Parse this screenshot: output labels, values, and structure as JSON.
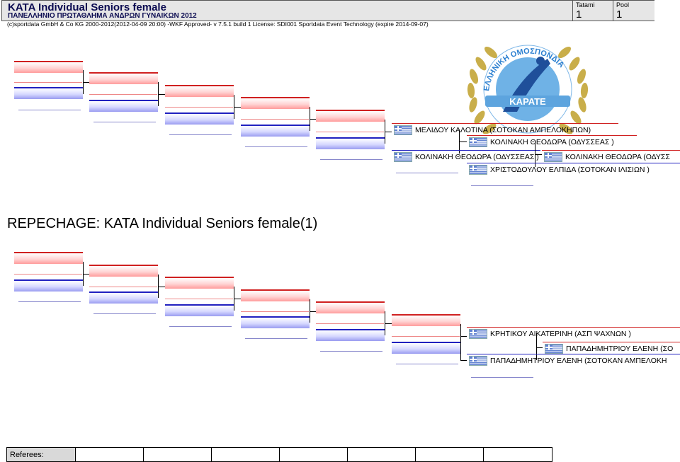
{
  "header": {
    "title": "KATA Individual Seniors female",
    "subtitle": "ΠΑΝΕΛΛΗΝΙΟ ΠΡΩΤΑΘΛΗΜΑ ΑΝΔΡΩΝ ΓΥΝΑΙΚΩΝ 2012",
    "tatami_label": "Tatami",
    "tatami_value": "1",
    "pool_label": "Pool",
    "pool_value": "1",
    "copyright": "(c)sportdata GmbH & Co KG 2000-2012(2012-04-09 20:00) -WKF Approved- v 7.5.1 build 1 License: SDI001 Sportdata Event Technology (expire 2014-09-07)"
  },
  "logo": {
    "text_top": "ΕΛΛΗΝΙΚΗ ΟΜΟΣΠΟΝΔΙΑ",
    "text_band": "ΚΑΡΑΤΕ"
  },
  "main_bracket": {
    "entries": [
      {
        "name": "ΜΕΛΙΔΟΥ ΚΑΛΟΤΙΝΑ (ΣΟΤΟΚΑΝ ΑΜΠΕΛΟΚΗΠΩΝ)"
      },
      {
        "name": "ΚΟΛΙΝΑΚΗ ΘΕΟΔΩΡΑ (ΟΔΥΣΣΕΑΣ )"
      },
      {
        "name": "ΚΟΛΙΝΑΚΗ ΘΕΟΔΩΡΑ (ΟΔΥΣΣΕΑΣ )"
      },
      {
        "name": "ΚΟΛΙΝΑΚΗ ΘΕΟΔΩΡΑ (ΟΔΥΣΣ"
      },
      {
        "name": "ΧΡΙΣΤΟΔΟΥΛΟΥ ΕΛΠΙΔΑ (ΣΟΤΟΚΑΝ ΙΛΙΣΙΩΝ )"
      }
    ]
  },
  "repechage": {
    "title": "REPECHAGE:  KATA Individual Seniors female(1)",
    "entries": [
      {
        "name": "ΚΡΗΤΙΚΟΥ ΑΙΚΑΤΕΡΙΝΗ (ΑΣΠ ΨΑΧΝΩΝ )"
      },
      {
        "name": "ΠΑΠΑΔΗΜΗΤΡΙΟΥ ΕΛΕΝΗ (ΣΟ"
      },
      {
        "name": "ΠΑΠΑΔΗΜΗΤΡΙΟΥ ΕΛΕΝΗ (ΣΟΤΟΚΑΝ ΑΜΠΕΛΟΚΗ"
      }
    ]
  },
  "footer": {
    "referees_label": "Referees:"
  },
  "colors": {
    "aka_red": "#d02020",
    "ao_blue": "#2020c0",
    "header_bg": "#e6e6e6",
    "title_text": "#0a0a50"
  }
}
